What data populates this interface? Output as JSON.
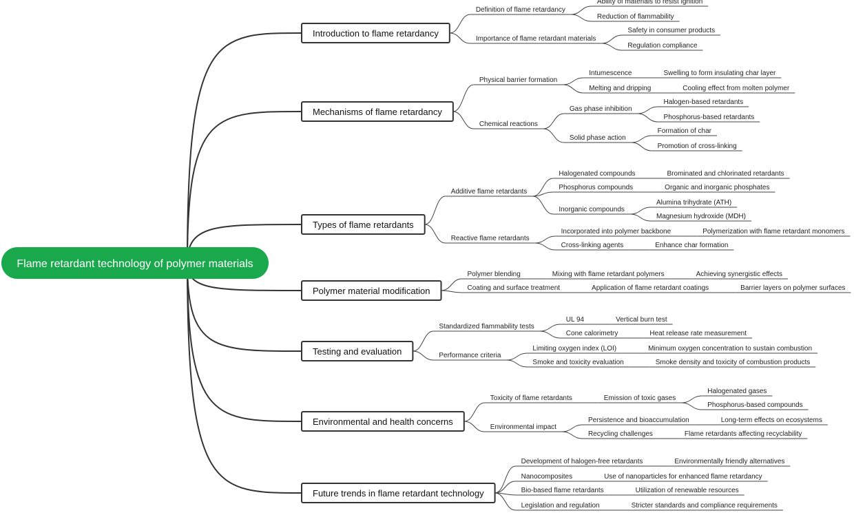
{
  "theme": {
    "root_fill": "#1aa84c",
    "line": "#404040",
    "box_stroke": "#333333",
    "text": "#222222"
  },
  "root": {
    "label": "Flame retardant technology of polymer materials"
  },
  "branches": [
    {
      "label": "Introduction to flame retardancy",
      "children": [
        {
          "label": "Definition of flame retardancy",
          "children": [
            {
              "label": "Ability of materials to resist ignition"
            },
            {
              "label": "Reduction of flammability"
            }
          ]
        },
        {
          "label": "Importance of flame retardant materials",
          "children": [
            {
              "label": "Safety in consumer products"
            },
            {
              "label": "Regulation compliance"
            }
          ]
        }
      ]
    },
    {
      "label": "Mechanisms of flame retardancy",
      "children": [
        {
          "label": "Physical barrier formation",
          "children": [
            {
              "label": "Intumescence",
              "children": [
                {
                  "label": "Swelling to form insulating char layer"
                }
              ]
            },
            {
              "label": "Melting and dripping",
              "children": [
                {
                  "label": "Cooling effect from molten polymer"
                }
              ]
            }
          ]
        },
        {
          "label": "Chemical reactions",
          "children": [
            {
              "label": "Gas phase inhibition",
              "children": [
                {
                  "label": "Halogen-based retardants"
                },
                {
                  "label": "Phosphorus-based retardants"
                }
              ]
            },
            {
              "label": "Solid phase action",
              "children": [
                {
                  "label": "Formation of char"
                },
                {
                  "label": "Promotion of cross-linking"
                }
              ]
            }
          ]
        }
      ]
    },
    {
      "label": "Types of flame retardants",
      "children": [
        {
          "label": "Additive flame retardants",
          "children": [
            {
              "label": "Halogenated compounds",
              "children": [
                {
                  "label": "Brominated and chlorinated retardants"
                }
              ]
            },
            {
              "label": "Phosphorus compounds",
              "children": [
                {
                  "label": "Organic and inorganic phosphates"
                }
              ]
            },
            {
              "label": "Inorganic compounds",
              "children": [
                {
                  "label": "Alumina trihydrate (ATH)"
                },
                {
                  "label": "Magnesium hydroxide (MDH)"
                }
              ]
            }
          ]
        },
        {
          "label": "Reactive flame retardants",
          "children": [
            {
              "label": "Incorporated into polymer backbone",
              "children": [
                {
                  "label": "Polymerization with flame retardant monomers"
                }
              ]
            },
            {
              "label": "Cross-linking agents",
              "children": [
                {
                  "label": "Enhance char formation"
                }
              ]
            }
          ]
        }
      ]
    },
    {
      "label": "Polymer material modification",
      "children": [
        {
          "label": "Polymer blending",
          "children": [
            {
              "label": "Mixing with flame retardant polymers",
              "children": [
                {
                  "label": "Achieving synergistic effects"
                }
              ]
            }
          ]
        },
        {
          "label": "Coating and surface treatment",
          "children": [
            {
              "label": "Application of flame retardant coatings",
              "children": [
                {
                  "label": "Barrier layers on polymer surfaces"
                }
              ]
            }
          ]
        }
      ]
    },
    {
      "label": "Testing and evaluation",
      "children": [
        {
          "label": "Standardized flammability tests",
          "children": [
            {
              "label": "UL 94",
              "children": [
                {
                  "label": "Vertical burn test"
                }
              ]
            },
            {
              "label": "Cone calorimetry",
              "children": [
                {
                  "label": "Heat release rate measurement"
                }
              ]
            }
          ]
        },
        {
          "label": "Performance criteria",
          "children": [
            {
              "label": "Limiting oxygen index (LOI)",
              "children": [
                {
                  "label": "Minimum oxygen concentration to sustain combustion"
                }
              ]
            },
            {
              "label": "Smoke and toxicity evaluation",
              "children": [
                {
                  "label": "Smoke density and toxicity of combustion products"
                }
              ]
            }
          ]
        }
      ]
    },
    {
      "label": "Environmental and health concerns",
      "children": [
        {
          "label": "Toxicity of flame retardants",
          "children": [
            {
              "label": "Emission of toxic gases",
              "children": [
                {
                  "label": "Halogenated gases"
                },
                {
                  "label": "Phosphorus-based compounds"
                }
              ]
            }
          ]
        },
        {
          "label": "Environmental impact",
          "children": [
            {
              "label": "Persistence and bioaccumulation",
              "children": [
                {
                  "label": "Long-term effects on ecosystems"
                }
              ]
            },
            {
              "label": "Recycling challenges",
              "children": [
                {
                  "label": "Flame retardants affecting recyclability"
                }
              ]
            }
          ]
        }
      ]
    },
    {
      "label": "Future trends in flame retardant technology",
      "children": [
        {
          "label": "Development of halogen-free retardants",
          "children": [
            {
              "label": "Environmentally friendly alternatives"
            }
          ]
        },
        {
          "label": "Nanocomposites",
          "children": [
            {
              "label": "Use of nanoparticles for enhanced flame retardancy"
            }
          ]
        },
        {
          "label": "Bio-based flame retardants",
          "children": [
            {
              "label": "Utilization of renewable resources"
            }
          ]
        },
        {
          "label": "Legislation and regulation",
          "children": [
            {
              "label": "Stricter standards and compliance requirements"
            }
          ]
        }
      ]
    }
  ]
}
